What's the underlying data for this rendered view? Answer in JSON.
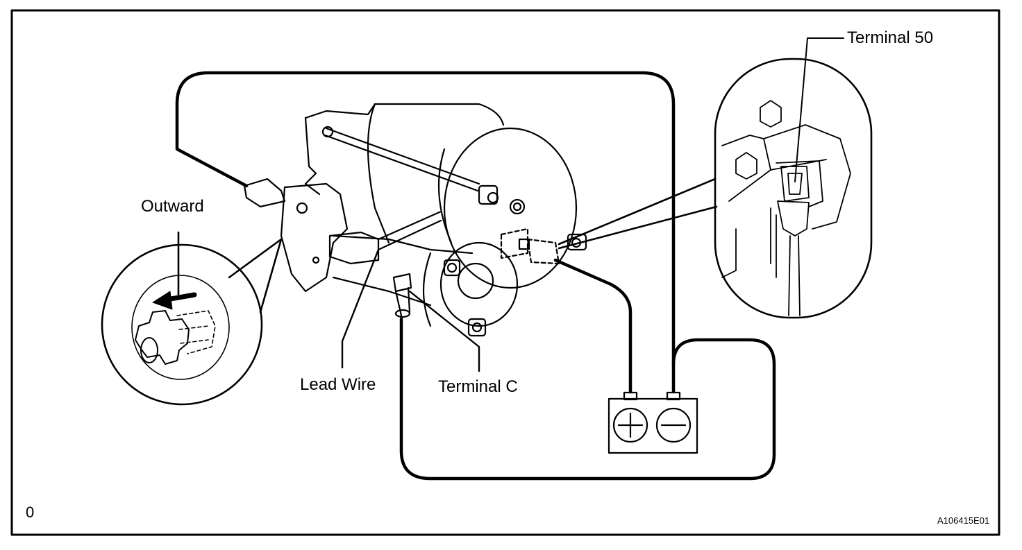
{
  "labels": {
    "terminal_50": "Terminal 50",
    "outward": "Outward",
    "lead_wire": "Lead Wire",
    "terminal_c": "Terminal C",
    "corner_index": "0",
    "figure_code": "A106415E01"
  },
  "battery": {
    "positive_symbol": "+",
    "negative_symbol": "−"
  }
}
